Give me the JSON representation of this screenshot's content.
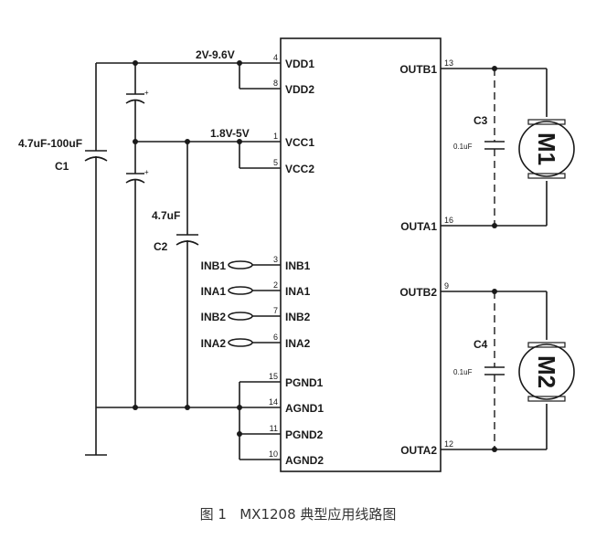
{
  "chip": {
    "left_pins": [
      {
        "name": "VDD1",
        "num": "4"
      },
      {
        "name": "VDD2",
        "num": "8"
      },
      {
        "name": "VCC1",
        "num": "1"
      },
      {
        "name": "VCC2",
        "num": "5"
      },
      {
        "name": "INB1",
        "num": "3"
      },
      {
        "name": "INA1",
        "num": "2"
      },
      {
        "name": "INB2",
        "num": "7"
      },
      {
        "name": "INA2",
        "num": "6"
      },
      {
        "name": "PGND1",
        "num": "15"
      },
      {
        "name": "AGND1",
        "num": "14"
      },
      {
        "name": "PGND2",
        "num": "11"
      },
      {
        "name": "AGND2",
        "num": "10"
      }
    ],
    "right_pins": [
      {
        "name": "OUTB1",
        "num": "13"
      },
      {
        "name": "OUTA1",
        "num": "16"
      },
      {
        "name": "OUTB2",
        "num": "9"
      },
      {
        "name": "OUTA2",
        "num": "12"
      }
    ]
  },
  "inputs": [
    "INB1",
    "INA1",
    "INB2",
    "INA2"
  ],
  "supply": {
    "vdd_range": "2V-9.6V",
    "vcc_range": "1.8V-5V"
  },
  "capacitors": {
    "c1": {
      "name": "C1",
      "value": "4.7uF-100uF"
    },
    "c2": {
      "name": "C2",
      "value": "4.7uF"
    },
    "c3": {
      "name": "C3",
      "value": "0.1uF"
    },
    "c4": {
      "name": "C4",
      "value": "0.1uF"
    }
  },
  "motors": {
    "m1": "M1",
    "m2": "M2"
  },
  "caption": "图 1   MX1208 典型应用线路图"
}
